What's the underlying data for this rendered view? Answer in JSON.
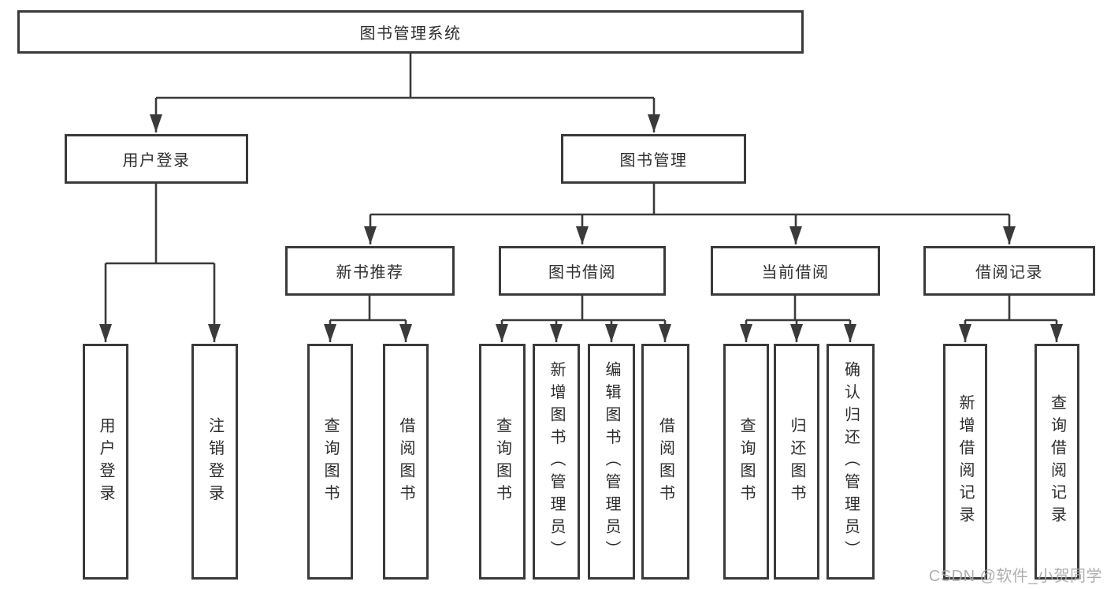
{
  "diagram": {
    "root": {
      "label": "图书管理系统"
    },
    "branches": [
      {
        "label": "用户登录",
        "leaves": [
          {
            "label": "用户登录"
          },
          {
            "label": "注销登录"
          }
        ]
      },
      {
        "label": "图书管理",
        "groups": [
          {
            "label": "新书推荐",
            "leaves": [
              {
                "label": "查询图书"
              },
              {
                "label": "借阅图书"
              }
            ]
          },
          {
            "label": "图书借阅",
            "leaves": [
              {
                "label": "查询图书"
              },
              {
                "label": "新增图书（管理员）"
              },
              {
                "label": "编辑图书（管理员）"
              },
              {
                "label": "借阅图书"
              }
            ]
          },
          {
            "label": "当前借阅",
            "leaves": [
              {
                "label": "查询图书"
              },
              {
                "label": "归还图书"
              },
              {
                "label": "确认归还（管理员）"
              }
            ]
          },
          {
            "label": "借阅记录",
            "leaves": [
              {
                "label": "新增借阅记录"
              },
              {
                "label": "查询借阅记录"
              }
            ]
          }
        ]
      }
    ]
  },
  "watermark": {
    "text": "CSDN @软件_小贺同学",
    "color": "#a8a8a8"
  },
  "colors": {
    "line": "#3a3a3a",
    "text": "#2d2d2d",
    "background": "#ffffff"
  }
}
